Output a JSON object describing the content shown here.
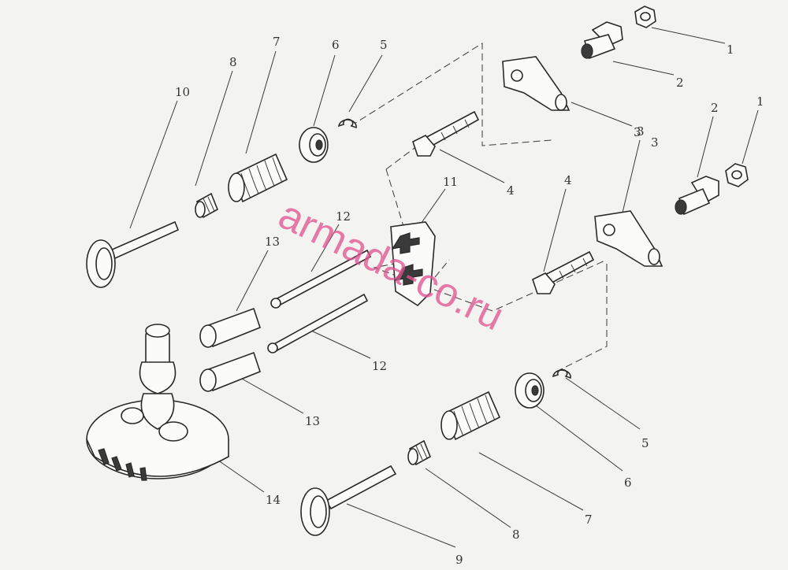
{
  "callouts": {
    "n1a": "1",
    "n2a": "2",
    "n3a": "3",
    "n4a": "4",
    "n5a": "5",
    "n6a": "6",
    "n7a": "7",
    "n8a": "8",
    "n10": "10",
    "n11": "11",
    "n12a": "12",
    "n13a": "13",
    "n1b": "1",
    "n2b": "2",
    "n3b": "3",
    "n3c": "3",
    "n4b": "4",
    "n12b": "12",
    "n13b": "13",
    "n14": "14",
    "n5b": "5",
    "n6b": "6",
    "n7b": "7",
    "n8b": "8",
    "n9": "9"
  },
  "watermark": "armada-co.ru"
}
